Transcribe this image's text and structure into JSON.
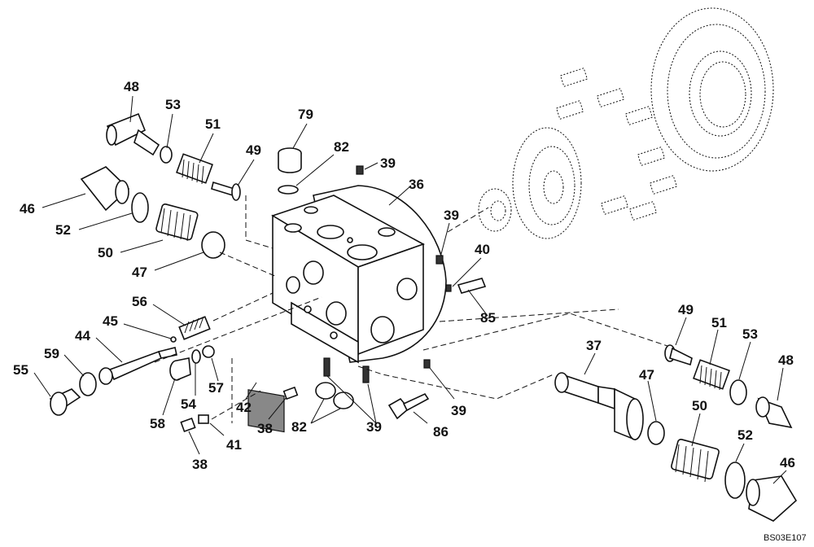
{
  "labels": {
    "l48a": "48",
    "l53a": "53",
    "l51a": "51",
    "l49a": "49",
    "l79": "79",
    "l82a": "82",
    "l39a": "39",
    "l36": "36",
    "l46a": "46",
    "l52a": "52",
    "l50a": "50",
    "l47a": "47",
    "l39b": "39",
    "l40": "40",
    "l85": "85",
    "l56": "56",
    "l45": "45",
    "l44": "44",
    "l59": "59",
    "l55": "55",
    "l58": "58",
    "l54": "54",
    "l57": "57",
    "l42": "42",
    "l38a": "38",
    "l82b": "82",
    "l39c": "39",
    "l86": "86",
    "l39d": "39",
    "l41": "41",
    "l38b": "38",
    "l37": "37",
    "l49b": "49",
    "l51b": "51",
    "l53b": "53",
    "l48b": "48",
    "l47b": "47",
    "l50b": "50",
    "l52b": "52",
    "l46b": "46"
  },
  "drawing_code": "BS03E107"
}
